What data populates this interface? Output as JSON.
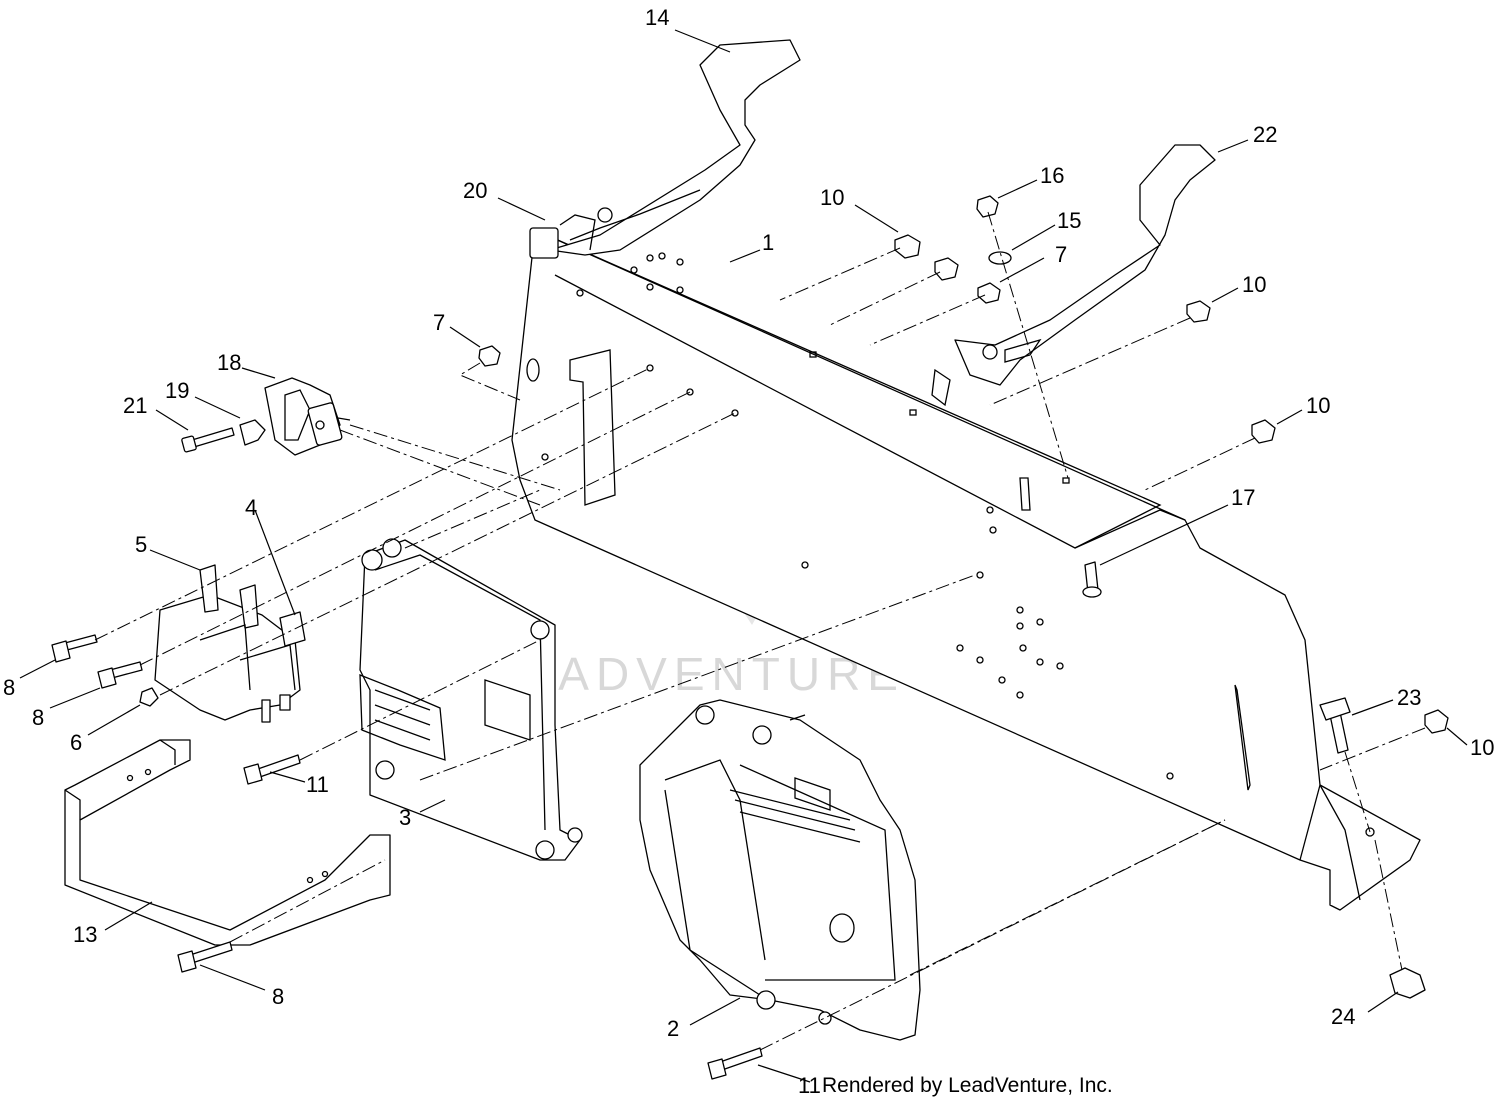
{
  "watermark": {
    "text": "LEADVENTURE"
  },
  "credit": "Rendered by LeadVenture, Inc.",
  "callouts": [
    {
      "id": "c14",
      "label": "14"
    },
    {
      "id": "c22",
      "label": "22"
    },
    {
      "id": "c20",
      "label": "20"
    },
    {
      "id": "c10a",
      "label": "10"
    },
    {
      "id": "c16",
      "label": "16"
    },
    {
      "id": "c1",
      "label": "1"
    },
    {
      "id": "c15",
      "label": "15"
    },
    {
      "id": "c7a",
      "label": "7"
    },
    {
      "id": "c10b",
      "label": "10"
    },
    {
      "id": "c7b",
      "label": "7"
    },
    {
      "id": "c18",
      "label": "18"
    },
    {
      "id": "c19",
      "label": "19"
    },
    {
      "id": "c21",
      "label": "21"
    },
    {
      "id": "c10c",
      "label": "10"
    },
    {
      "id": "c17",
      "label": "17"
    },
    {
      "id": "c5",
      "label": "5"
    },
    {
      "id": "c4",
      "label": "4"
    },
    {
      "id": "c8a",
      "label": "8"
    },
    {
      "id": "c8b",
      "label": "8"
    },
    {
      "id": "c6",
      "label": "6"
    },
    {
      "id": "c23",
      "label": "23"
    },
    {
      "id": "c10d",
      "label": "10"
    },
    {
      "id": "c11a",
      "label": "11"
    },
    {
      "id": "c3",
      "label": "3"
    },
    {
      "id": "c13",
      "label": "13"
    },
    {
      "id": "c8c",
      "label": "8"
    },
    {
      "id": "c2",
      "label": "2"
    },
    {
      "id": "c24",
      "label": "24"
    },
    {
      "id": "c11b",
      "label": "11"
    }
  ]
}
